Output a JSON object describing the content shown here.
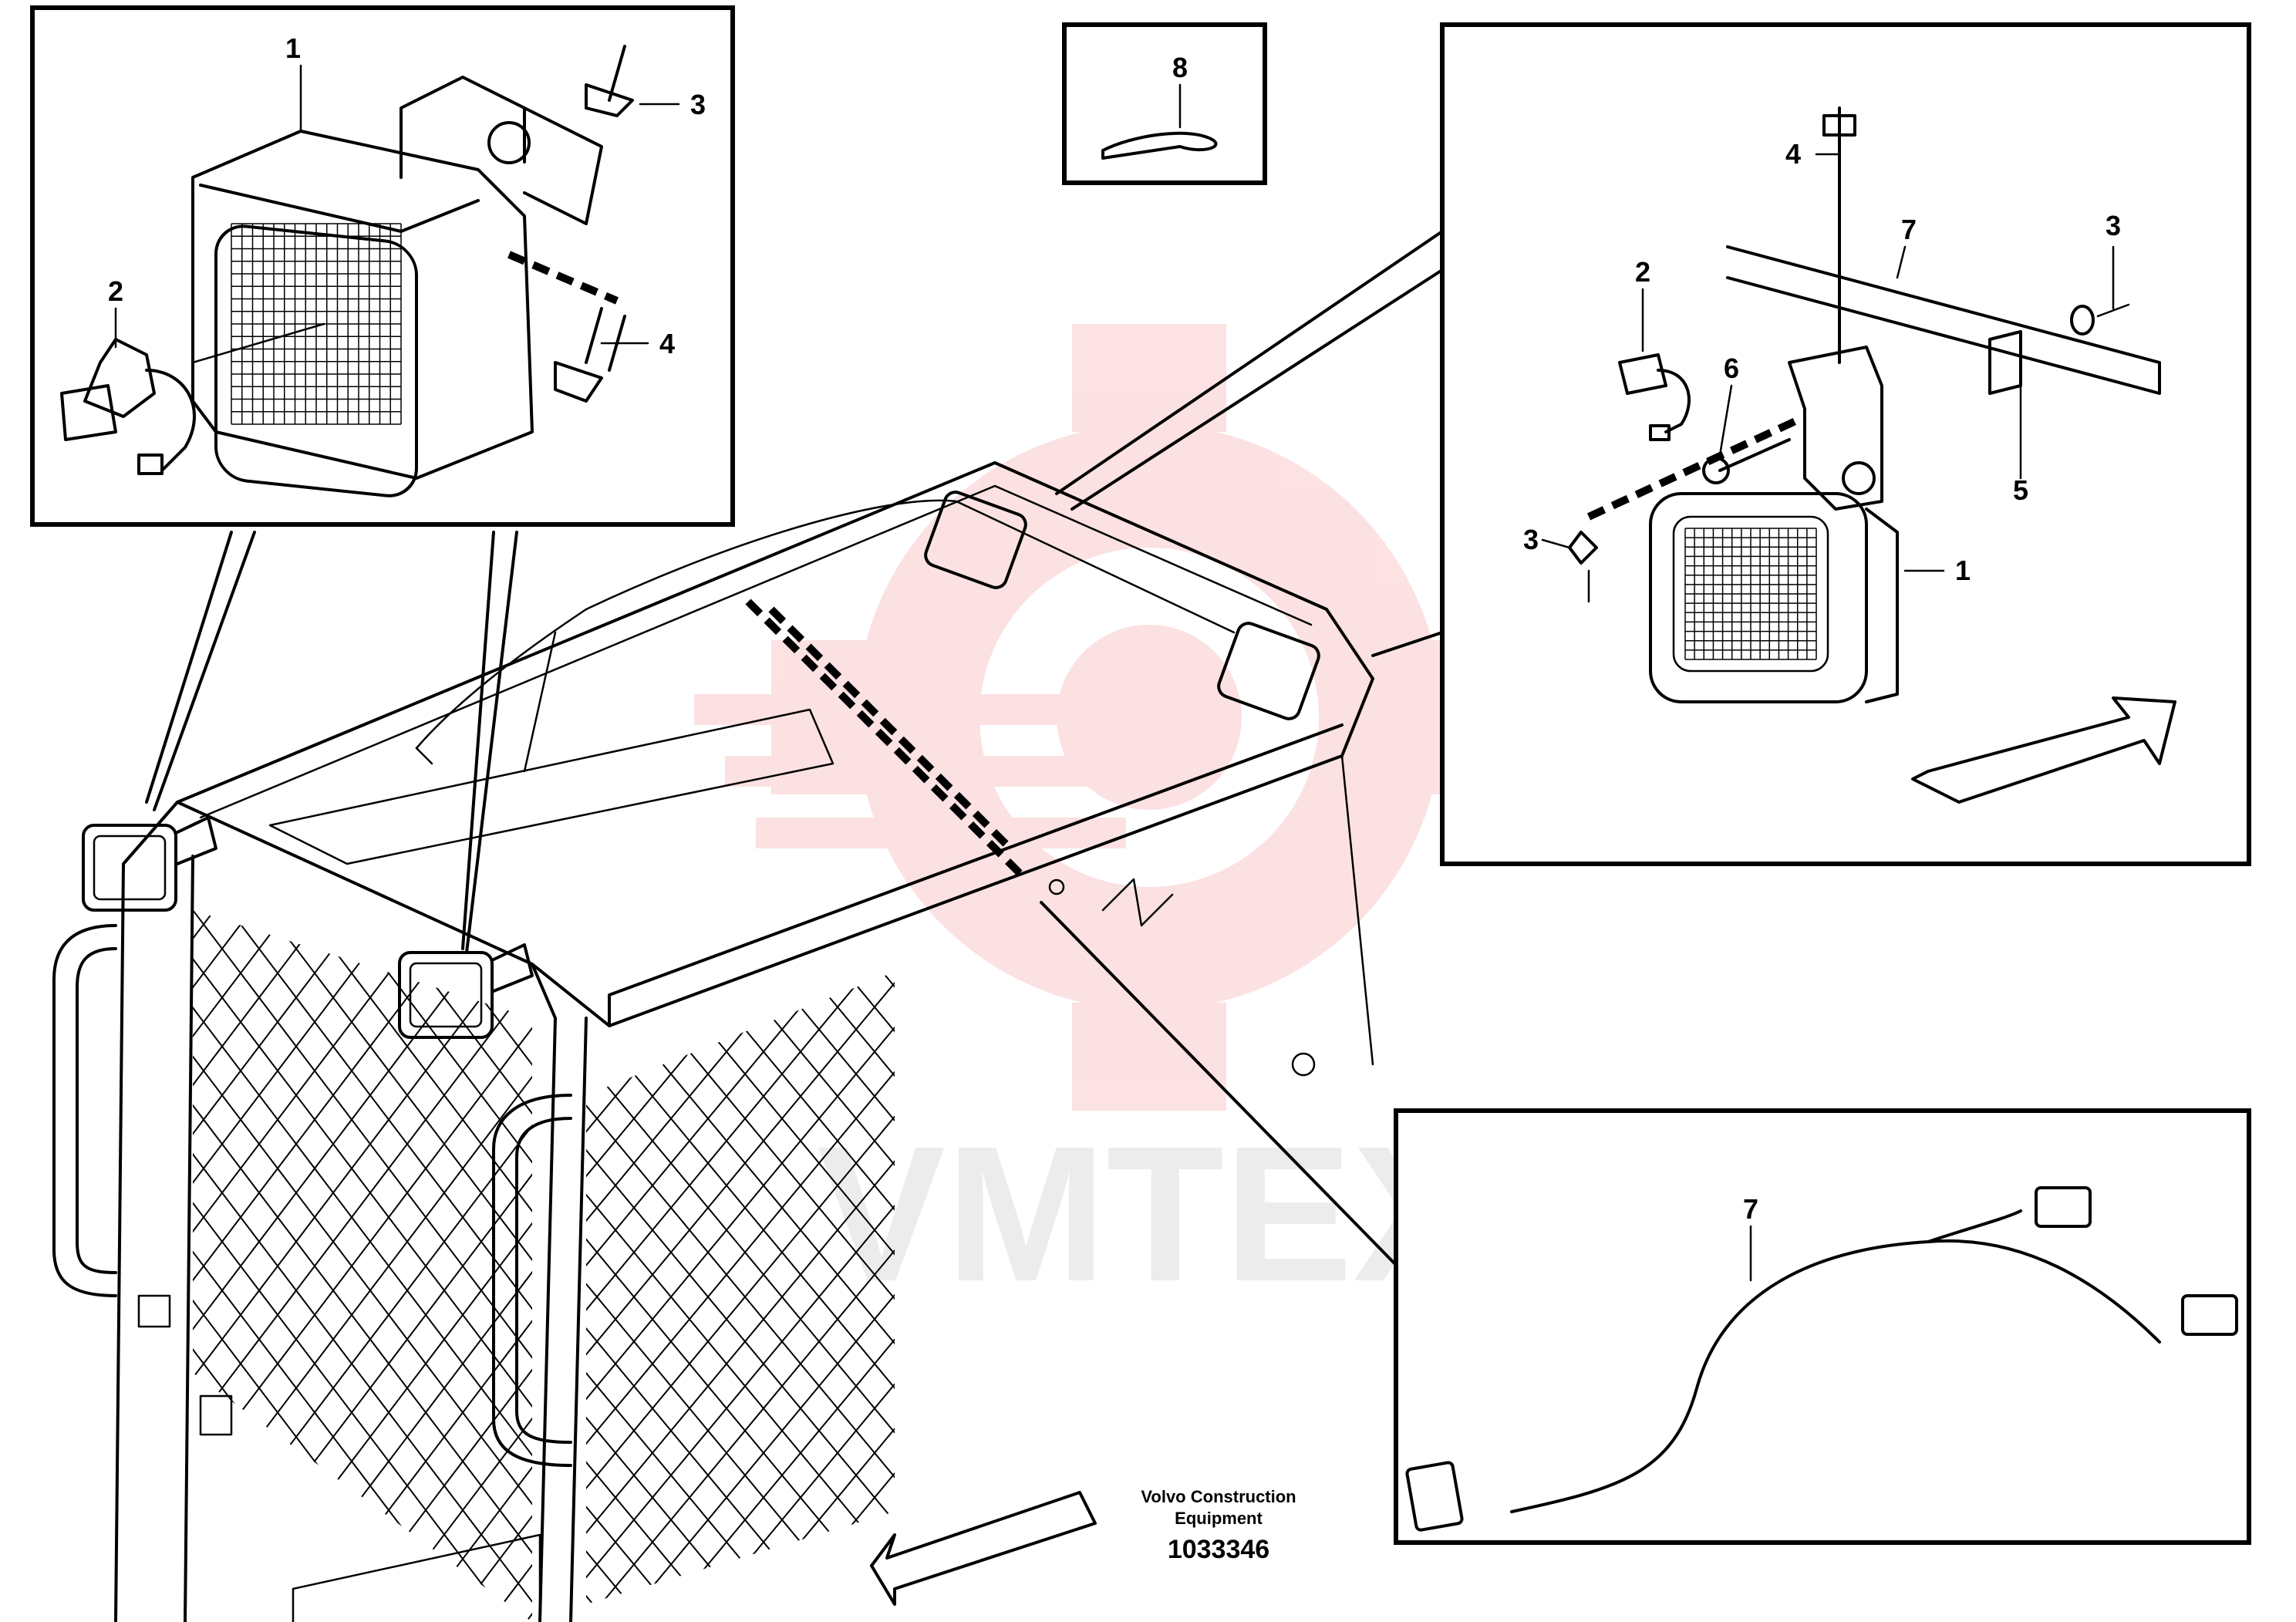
{
  "callouts": {
    "inset_left": [
      "1",
      "2",
      "3",
      "4"
    ],
    "inset_top_center": [
      "8"
    ],
    "inset_right": [
      "4",
      "7",
      "3",
      "2",
      "6",
      "5",
      "3",
      "1"
    ],
    "inset_bottom_right": [
      "7"
    ]
  },
  "watermark": {
    "text": "VMTEX",
    "color": "#e8202a"
  },
  "credit": {
    "line1": "Volvo Construction",
    "line2": "Equipment",
    "number": "1033346"
  }
}
